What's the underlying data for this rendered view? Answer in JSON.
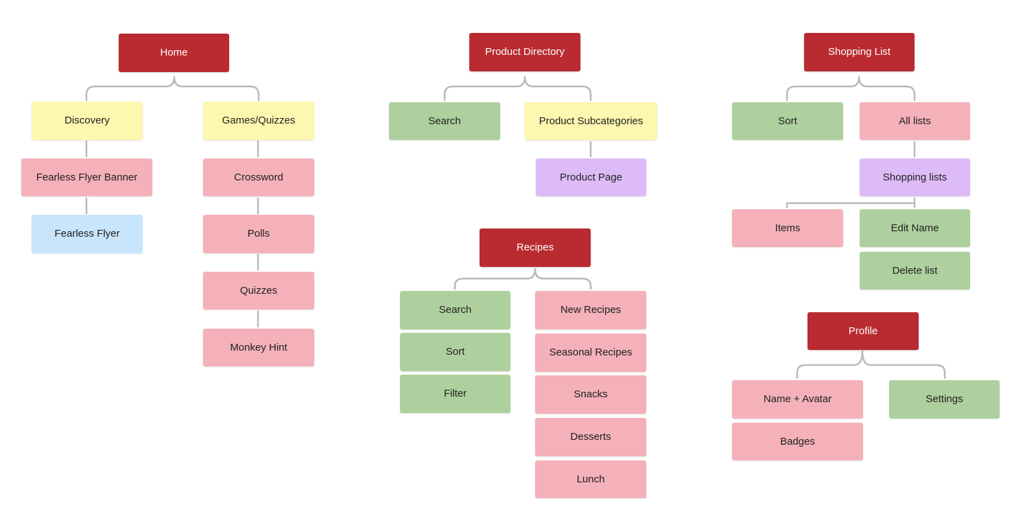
{
  "colors": {
    "header": "#b92b30",
    "yellow": "#fdf7b0",
    "pink": "#f4b1b9",
    "green": "#aed09e",
    "purple": "#dcbbf7",
    "blue": "#c9e5fb",
    "connector": "#b9b9b9"
  },
  "home": {
    "title": "Home",
    "discovery": "Discovery",
    "games": "Games/Quizzes",
    "flyer_banner": "Fearless Flyer Banner",
    "flyer": "Fearless Flyer",
    "crossword": "Crossword",
    "polls": "Polls",
    "quizzes": "Quizzes",
    "monkey_hint": "Monkey Hint"
  },
  "product_directory": {
    "title": "Product Directory",
    "search": "Search",
    "subcategories": "Product Subcategories",
    "product_page": "Product Page"
  },
  "recipes": {
    "title": "Recipes",
    "search": "Search",
    "sort": "Sort",
    "filter": "Filter",
    "new_recipes": "New Recipes",
    "seasonal": "Seasonal Recipes",
    "snacks": "Snacks",
    "desserts": "Desserts",
    "lunch": "Lunch"
  },
  "shopping_list": {
    "title": "Shopping List",
    "sort": "Sort",
    "all_lists": "All lists",
    "shopping_lists": "Shopping lists",
    "items": "Items",
    "edit_name": "Edit Name",
    "delete_list": "Delete list"
  },
  "profile": {
    "title": "Profile",
    "name_avatar": "Name + Avatar",
    "badges": "Badges",
    "settings": "Settings"
  }
}
